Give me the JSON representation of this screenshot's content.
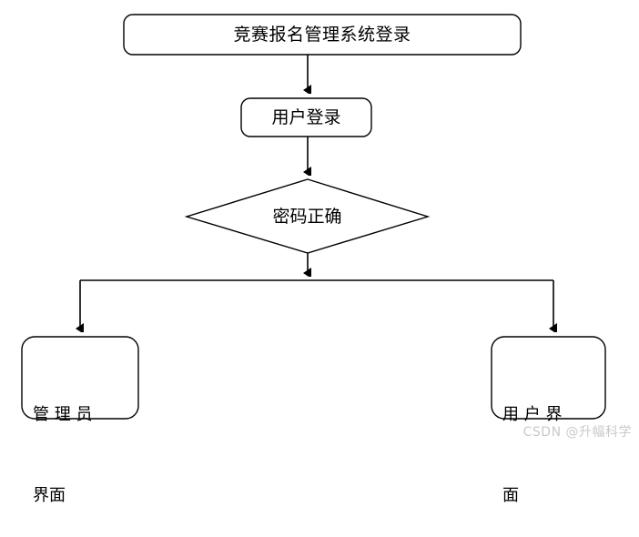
{
  "diagram": {
    "type": "flowchart",
    "title_node": {
      "id": "title",
      "shape": "rounded-rect",
      "label": "竞赛报名管理系统登录"
    },
    "nodes": [
      {
        "id": "user-login",
        "shape": "rounded-rect",
        "label": "用户登录"
      },
      {
        "id": "decision",
        "shape": "diamond",
        "label": "密码正确"
      },
      {
        "id": "admin-ui",
        "shape": "rounded-rect",
        "label_line1": "管 理 员",
        "label_line2": "界面",
        "label": "管理员界面"
      },
      {
        "id": "user-ui",
        "shape": "rounded-rect",
        "label_line1": "用 户 界",
        "label_line2": "面",
        "label": "用户界面"
      }
    ],
    "edges": [
      {
        "from": "title",
        "to": "user-login",
        "label": ""
      },
      {
        "from": "user-login",
        "to": "decision",
        "label": ""
      },
      {
        "from": "decision",
        "to": "admin-ui",
        "label": ""
      },
      {
        "from": "decision",
        "to": "user-ui",
        "label": ""
      }
    ],
    "colors": {
      "stroke": "#000000",
      "fill": "#ffffff",
      "text": "#000000",
      "watermark": "#c9c9c9",
      "background": "#ffffff"
    }
  },
  "watermark": {
    "text": "CSDN @升幅科学"
  }
}
